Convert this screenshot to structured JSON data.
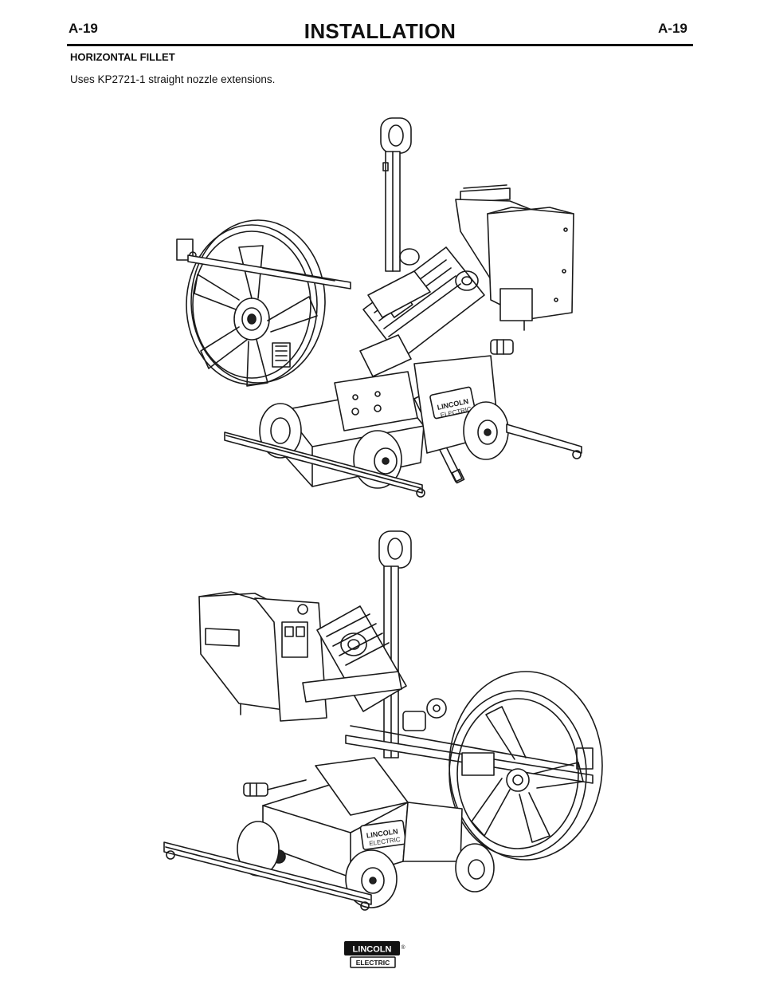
{
  "header": {
    "page_number_left": "A-19",
    "page_number_right": "A-19",
    "title": "INSTALLATION"
  },
  "section": {
    "heading": "HORIZONTAL FILLET",
    "body": "Uses KP2721-1 straight nozzle extensions."
  },
  "illustrations": {
    "top": {
      "machine_label_line1": "LINCOLN",
      "machine_label_line2": "ELECTRIC"
    },
    "bottom": {
      "machine_label_line1": "LINCOLN",
      "machine_label_line2": "ELECTRIC"
    }
  },
  "footer": {
    "brand_line1": "LINCOLN",
    "brand_line2": "ELECTRIC",
    "registered_mark": "®"
  }
}
